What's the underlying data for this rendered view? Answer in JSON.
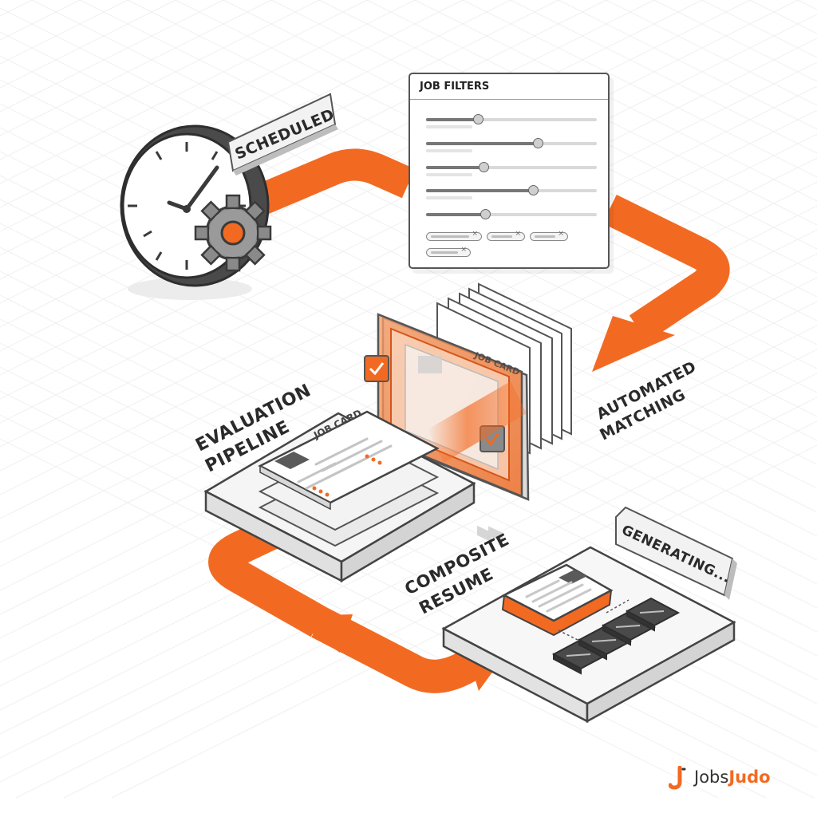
{
  "labels": {
    "scheduled": "SCHEDULED",
    "job_filters": "JOB FILTERS",
    "automated_line1": "AUTOMATED",
    "automated_line2": "MATCHING",
    "evaluation_line1": "EVALUATION",
    "evaluation_line2": "PIPELINE",
    "job_card": "JOB CARD",
    "job_card_ghost": "JOB CARD",
    "composite_line1": "COMPOSITE",
    "composite_line2": "RESUME",
    "generating": "GENERATING..."
  },
  "filters": {
    "sliders": [
      0.31,
      0.66,
      0.34,
      0.63,
      0.35
    ],
    "chips": 4
  },
  "logo": {
    "part1": "Jobs",
    "part2": "Judo"
  },
  "colors": {
    "accent": "#f26a22",
    "ink": "#333333",
    "panel_border": "#555555",
    "grid": "#ececec"
  },
  "icons": {
    "clock": "clock-icon",
    "gear": "gear-icon",
    "checkmark": "checkmark-icon",
    "close": "close-icon"
  }
}
